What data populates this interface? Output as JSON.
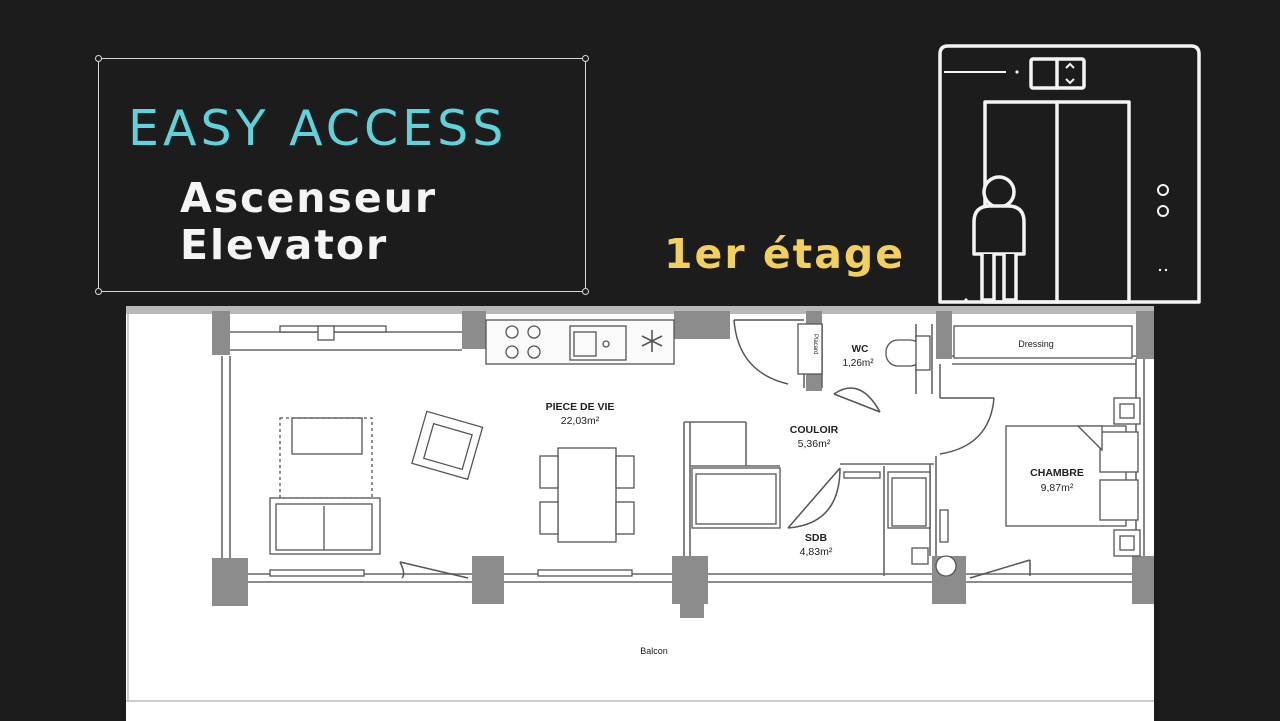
{
  "header": {
    "title": "EASY ACCESS",
    "subtitle_fr": "Ascenseur",
    "subtitle_en": "Elevator",
    "floor": "1er étage"
  },
  "colors": {
    "background": "#1c1c1c",
    "title_accent": "#5fd3dc",
    "floor_accent": "#f2d05c",
    "plan_wall": "#8c8c8c"
  },
  "icons": {
    "elevator": "elevator-icon",
    "person": "person-icon"
  },
  "plan": {
    "rooms": {
      "living": {
        "name": "PIECE DE VIE",
        "area": "22,03m²"
      },
      "hallway": {
        "name": "COULOIR",
        "area": "5,36m²"
      },
      "wc": {
        "name": "WC",
        "area": "1,26m²"
      },
      "bathroom": {
        "name": "SDB",
        "area": "4,83m²"
      },
      "bedroom": {
        "name": "CHAMBRE",
        "area": "9,87m²"
      },
      "dressing": {
        "name": "Dressing"
      },
      "balcony": {
        "name": "Balcon"
      },
      "cupboard": {
        "name": "Placard"
      }
    }
  }
}
